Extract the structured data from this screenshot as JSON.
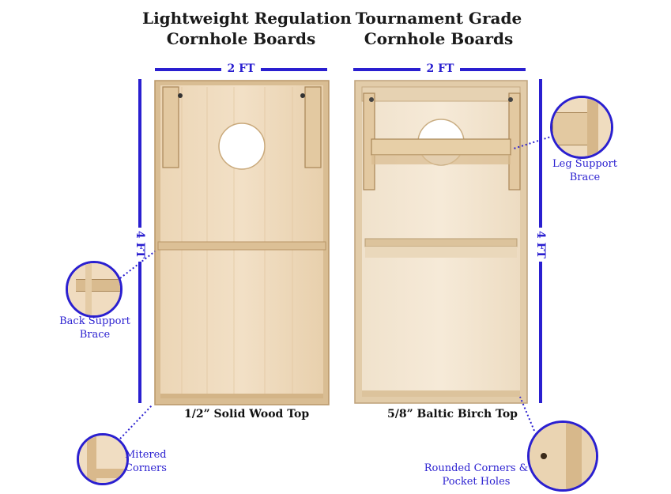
{
  "left_board": {
    "heading_line1": "Lightweight Regulation",
    "heading_line2": "Cornhole Boards",
    "width_label": "2 FT",
    "length_label": "4 FT",
    "top_caption": "1/2” Solid Wood Top",
    "callout_back_brace": [
      "Back Support",
      "Brace"
    ],
    "callout_corners": [
      "Mitered",
      "Corners"
    ]
  },
  "right_board": {
    "heading_line1": "Tournament Grade",
    "heading_line2": "Cornhole Boards",
    "width_label": "2 FT",
    "length_label": "4 FT",
    "top_caption": "5/8” Baltic Birch Top",
    "callout_leg_brace": [
      "Leg Support",
      "Brace"
    ],
    "callout_corners": [
      "Rounded Corners &",
      "Pocket Holes"
    ]
  },
  "colors": {
    "accent": "#2a1fd0",
    "wood_light": "#efdcc0",
    "wood_mid": "#e3c9a1",
    "wood_dark": "#cfb084"
  }
}
